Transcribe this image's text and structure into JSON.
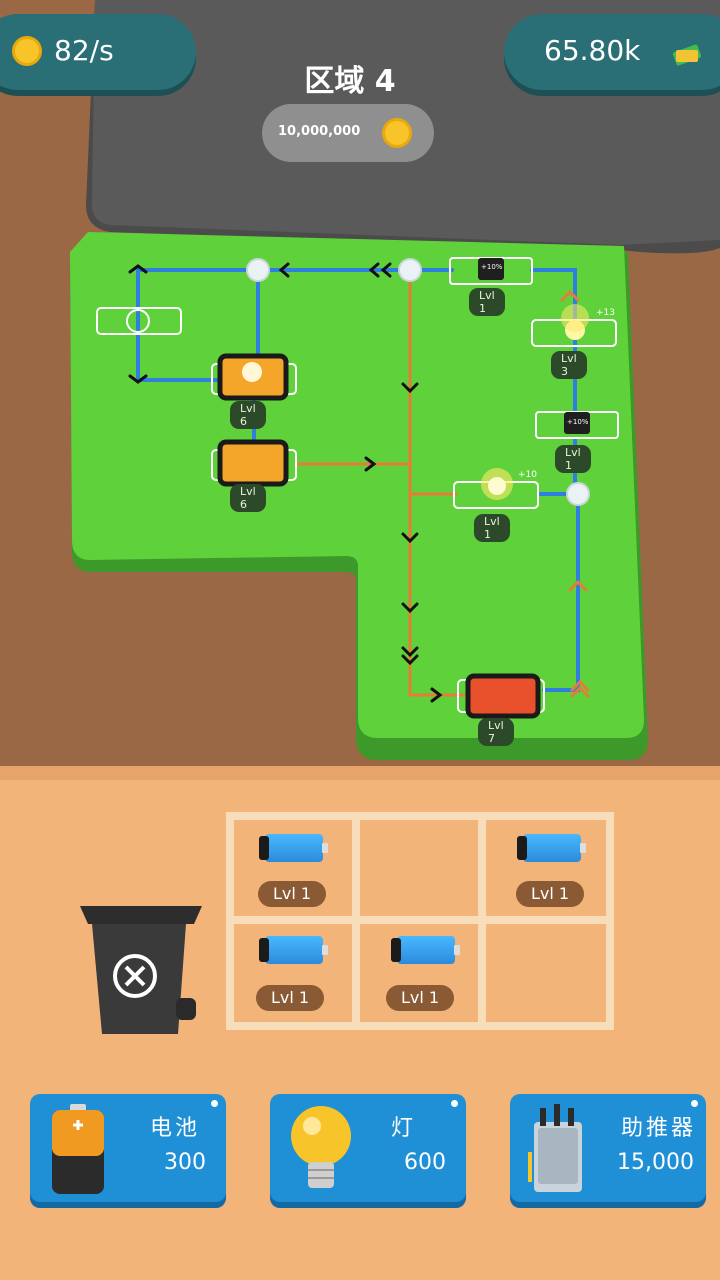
{
  "hud": {
    "income_rate": "82/s",
    "money": "65.80k"
  },
  "zone": {
    "title": "区域",
    "number": "4",
    "unlock_cost": "10,000,000"
  },
  "board": {
    "components": [
      {
        "type": "booster",
        "label": "+10%",
        "level": "Lvl 1"
      },
      {
        "type": "lamp",
        "level": "Lvl 3",
        "bonus": "+13"
      },
      {
        "type": "booster",
        "label": "+10%",
        "level": "Lvl 1"
      },
      {
        "type": "lamp",
        "level": "Lvl 1",
        "bonus": "+10"
      },
      {
        "type": "battery",
        "level": "Lvl 6"
      },
      {
        "type": "battery",
        "level": "Lvl 6"
      },
      {
        "type": "battery",
        "level": "Lvl 7"
      }
    ]
  },
  "inventory": {
    "slots": [
      {
        "item": "battery",
        "level": "Lvl 1"
      },
      {
        "item": "",
        "level": ""
      },
      {
        "item": "battery",
        "level": "Lvl 1"
      },
      {
        "item": "battery",
        "level": "Lvl 1"
      },
      {
        "item": "battery",
        "level": "Lvl 1"
      },
      {
        "item": "",
        "level": ""
      }
    ]
  },
  "shop": {
    "battery": {
      "name": "电池",
      "price": "300"
    },
    "lamp": {
      "name": "灯",
      "price": "600"
    },
    "booster": {
      "name": "助推器",
      "price": "15,000"
    }
  },
  "icons": {
    "coin": "coin-icon",
    "cash": "cash-stack-icon",
    "trash": "trash-bin-icon"
  },
  "colors": {
    "board_green": "#5fd23b",
    "wire_blue": "#2f7fe0",
    "wire_orange": "#e87a3a",
    "shop_bg": "#f3b47a",
    "button_blue": "#1f8fd6"
  }
}
